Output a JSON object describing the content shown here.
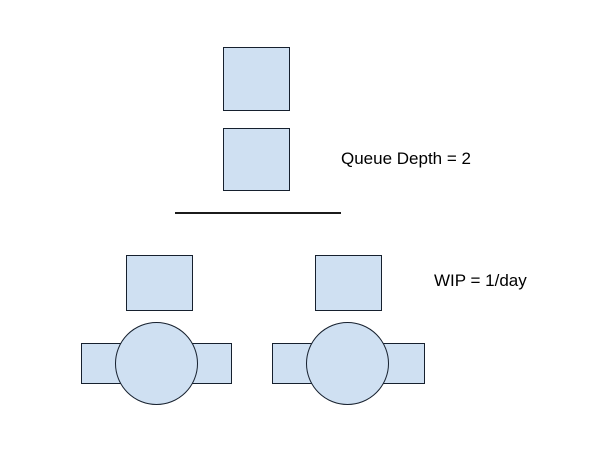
{
  "diagram": {
    "background_color": "#ffffff",
    "shape_fill_color": "#cfe0f2",
    "shape_stroke_color": "#16202e",
    "divider_color": "#1b1b1b",
    "text_color": "#000000",
    "queue": {
      "label": "Queue Depth = 2",
      "count": 2,
      "items": [
        {
          "id": "queue-item-1",
          "shape": "square"
        },
        {
          "id": "queue-item-2",
          "shape": "square"
        }
      ]
    },
    "workstations": {
      "label": "WIP = 1/day",
      "count": 2,
      "items": [
        {
          "id": "workstation-1",
          "parts": [
            "square",
            "bar",
            "circle"
          ]
        },
        {
          "id": "workstation-2",
          "parts": [
            "square",
            "bar",
            "circle"
          ]
        }
      ]
    }
  }
}
